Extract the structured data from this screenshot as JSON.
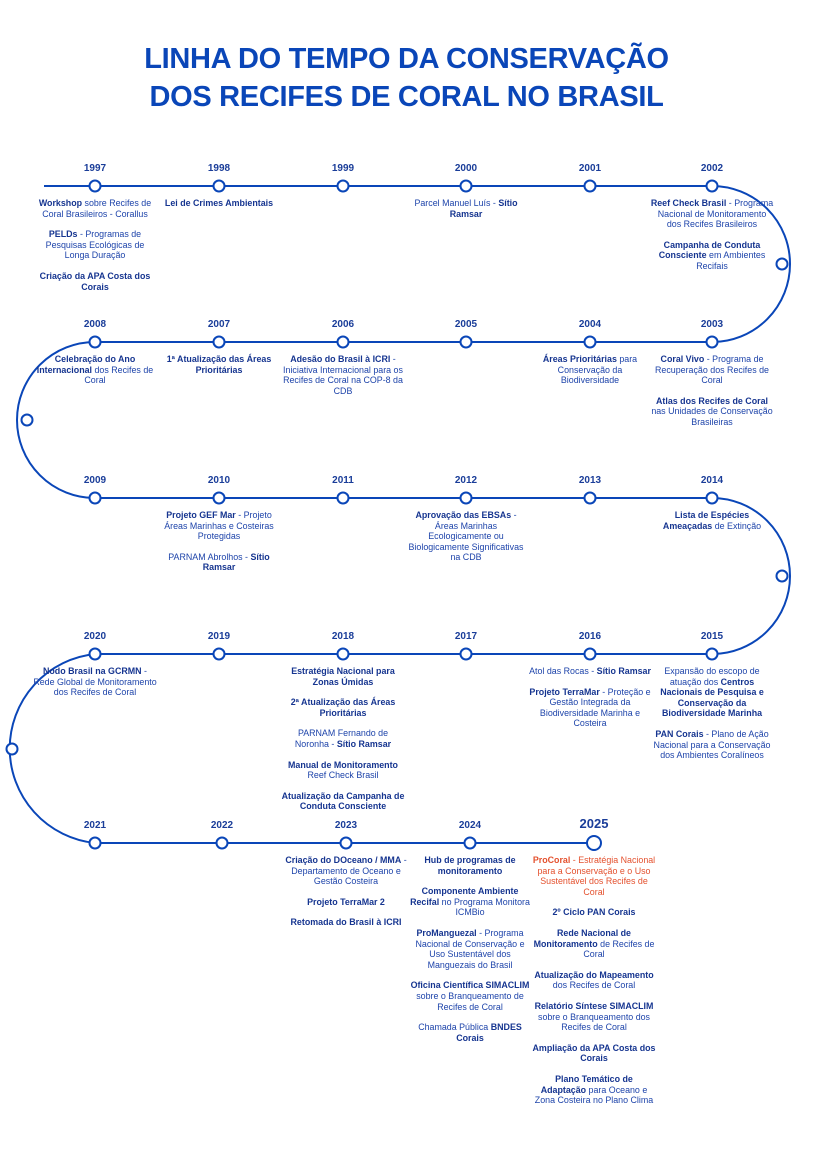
{
  "title": {
    "line1": "LINHA DO TEMPO DA CONSERVAÇÃO",
    "line2": "DOS RECIFES DE CORAL NO BRASIL"
  },
  "colors": {
    "primary": "#0a46b8",
    "text": "#1e44aa",
    "highlight": "#e4512e"
  },
  "rows": [
    {
      "direction": "left-to-right",
      "entries": [
        {
          "year": "1997",
          "events": [
            [
              {
                "t": "Workshop",
                "b": true
              },
              {
                "t": " sobre Recifes de Coral Brasileiros - Corallus"
              }
            ],
            [
              {
                "t": "PELDs",
                "b": true
              },
              {
                "t": " - Programas de Pesquisas Ecológicas de Longa Duração"
              }
            ],
            [
              {
                "t": "Criação da APA Costa dos Corais",
                "b": true
              }
            ]
          ]
        },
        {
          "year": "1998",
          "events": [
            [
              {
                "t": "Lei de Crimes Ambientais",
                "b": true
              }
            ]
          ]
        },
        {
          "year": "1999",
          "events": []
        },
        {
          "year": "2000",
          "events": [
            [
              {
                "t": "Parcel Manuel Luís - "
              },
              {
                "t": "Sítio Ramsar",
                "b": true
              }
            ]
          ]
        },
        {
          "year": "2001",
          "events": []
        },
        {
          "year": "2002",
          "events": [
            [
              {
                "t": "Reef Check Brasil",
                "b": true
              },
              {
                "t": " - Programa Nacional de Monitoramento dos Recifes Brasileiros"
              }
            ],
            [
              {
                "t": "Campanha de Conduta Consciente",
                "b": true
              },
              {
                "t": " em Ambientes Recifais"
              }
            ]
          ]
        }
      ]
    },
    {
      "direction": "right-to-left",
      "entries": [
        {
          "year": "2008",
          "events": [
            [
              {
                "t": "Celebração do Ano Internacional",
                "b": true
              },
              {
                "t": " dos Recifes de Coral"
              }
            ]
          ]
        },
        {
          "year": "2007",
          "events": [
            [
              {
                "t": "1ª Atualização das Áreas Prioritárias",
                "b": true
              }
            ]
          ]
        },
        {
          "year": "2006",
          "events": [
            [
              {
                "t": "Adesão do Brasil à ICRI",
                "b": true
              },
              {
                "t": " - Iniciativa Internacional para os Recifes de Coral na COP-8 da CDB"
              }
            ]
          ]
        },
        {
          "year": "2005",
          "events": []
        },
        {
          "year": "2004",
          "events": [
            [
              {
                "t": "Áreas Prioritárias",
                "b": true
              },
              {
                "t": " para Conservação da Biodiversidade"
              }
            ]
          ]
        },
        {
          "year": "2003",
          "events": [
            [
              {
                "t": "Coral Vivo",
                "b": true
              },
              {
                "t": " - Programa de Recuperação dos Recifes de Coral"
              }
            ],
            [
              {
                "t": "Atlas dos Recifes de Coral",
                "b": true
              },
              {
                "t": " nas Unidades de Conservação Brasileiras"
              }
            ]
          ]
        }
      ]
    },
    {
      "direction": "left-to-right",
      "entries": [
        {
          "year": "2009",
          "events": []
        },
        {
          "year": "2010",
          "events": [
            [
              {
                "t": "Projeto GEF Mar",
                "b": true
              },
              {
                "t": " - Projeto Áreas Marinhas e Costeiras Protegidas"
              }
            ],
            [
              {
                "t": "PARNAM Abrolhos - "
              },
              {
                "t": "Sítio Ramsar",
                "b": true
              }
            ]
          ]
        },
        {
          "year": "2011",
          "events": []
        },
        {
          "year": "2012",
          "events": [
            [
              {
                "t": "Aprovação das EBSAs",
                "b": true
              },
              {
                "t": " - Áreas Marinhas Ecologicamente ou Biologicamente Significativas na CDB"
              }
            ]
          ]
        },
        {
          "year": "2013",
          "events": []
        },
        {
          "year": "2014",
          "events": [
            [
              {
                "t": "Lista de Espécies Ameaçadas",
                "b": true
              },
              {
                "t": " de Extinção"
              }
            ]
          ]
        }
      ]
    },
    {
      "direction": "right-to-left",
      "entries": [
        {
          "year": "2020",
          "events": [
            [
              {
                "t": "Nodo Brasil na GCRMN",
                "b": true
              },
              {
                "t": " - Rede Global de Monitoramento dos Recifes de Coral"
              }
            ]
          ]
        },
        {
          "year": "2019",
          "events": []
        },
        {
          "year": "2018",
          "events": [
            [
              {
                "t": "Estratégia Nacional para Zonas Úmidas",
                "b": true
              }
            ],
            [
              {
                "t": "2ª Atualização das Áreas Prioritárias",
                "b": true
              }
            ],
            [
              {
                "t": "PARNAM Fernando de Noronha - "
              },
              {
                "t": "Sítio Ramsar",
                "b": true
              }
            ],
            [
              {
                "t": "Manual de Monitoramento",
                "b": true
              },
              {
                "t": " Reef Check Brasil"
              }
            ],
            [
              {
                "t": "Atualização da Campanha de Conduta Consciente",
                "b": true
              }
            ]
          ]
        },
        {
          "year": "2017",
          "events": []
        },
        {
          "year": "2016",
          "events": [
            [
              {
                "t": "Atol das Rocas - "
              },
              {
                "t": "Sítio Ramsar",
                "b": true
              }
            ],
            [
              {
                "t": "Projeto TerraMar",
                "b": true
              },
              {
                "t": " - Proteção e Gestão Integrada da Biodiversidade Marinha e Costeira"
              }
            ]
          ]
        },
        {
          "year": "2015",
          "events": [
            [
              {
                "t": "Expansão do escopo de atuação dos "
              },
              {
                "t": "Centros Nacionais de Pesquisa e Conservação da Biodiversidade Marinha",
                "b": true
              }
            ],
            [
              {
                "t": "PAN Corais",
                "b": true
              },
              {
                "t": " - Plano de Ação Nacional para a Conservação dos Ambientes Coralíneos"
              }
            ]
          ]
        }
      ]
    },
    {
      "direction": "left-to-right",
      "entries": [
        {
          "year": "2021",
          "events": []
        },
        {
          "year": "2022",
          "events": []
        },
        {
          "year": "2023",
          "events": [
            [
              {
                "t": "Criação do DOceano / MMA",
                "b": true
              },
              {
                "t": " - Departamento de Oceano e Gestão Costeira"
              }
            ],
            [
              {
                "t": "Projeto TerraMar 2",
                "b": true
              }
            ],
            [
              {
                "t": "Retomada do Brasil à ICRI",
                "b": true
              }
            ]
          ]
        },
        {
          "year": "2024",
          "events": [
            [
              {
                "t": "Hub de programas de monitoramento",
                "b": true
              }
            ],
            [
              {
                "t": "Componente Ambiente Recifal",
                "b": true
              },
              {
                "t": " no Programa Monitora ICMBio"
              }
            ],
            [
              {
                "t": "ProManguezal",
                "b": true
              },
              {
                "t": " - Programa Nacional de Conservação e Uso Sustentável dos Manguezais do Brasil"
              }
            ],
            [
              {
                "t": "Oficina Científica SIMACLIM",
                "b": true
              },
              {
                "t": " sobre o Branqueamento de Recifes de Coral"
              }
            ],
            [
              {
                "t": "Chamada Pública "
              },
              {
                "t": "BNDES Corais",
                "b": true
              }
            ]
          ]
        },
        {
          "year": "2025",
          "big": true,
          "events": [
            [
              {
                "t": "ProCoral",
                "b": true,
                "h": true
              },
              {
                "t": " - Estratégia Nacional para a Conservação e o Uso Sustentável dos Recifes de Coral",
                "h": true
              }
            ],
            [
              {
                "t": "2º Ciclo PAN Corais",
                "b": true
              }
            ],
            [
              {
                "t": "Rede Nacional de Monitoramento",
                "b": true
              },
              {
                "t": " de Recifes de Coral"
              }
            ],
            [
              {
                "t": "Atualização do Mapeamento",
                "b": true
              },
              {
                "t": " dos Recifes de Coral"
              }
            ],
            [
              {
                "t": "Relatório Síntese SIMACLIM",
                "b": true
              },
              {
                "t": " sobre o Branqueamento dos Recifes de Coral"
              }
            ],
            [
              {
                "t": "Ampliação da APA Costa dos Corais",
                "b": true
              }
            ],
            [
              {
                "t": "Plano Temático de Adaptação",
                "b": true
              },
              {
                "t": " para Oceano e Zona Costeira no Plano Clima"
              }
            ]
          ]
        }
      ]
    }
  ]
}
